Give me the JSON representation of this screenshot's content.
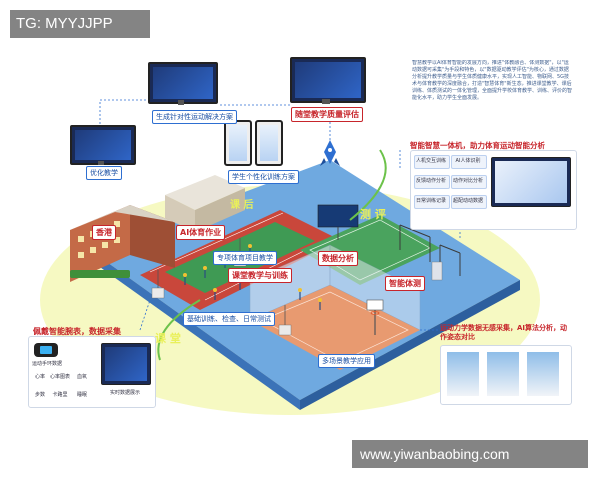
{
  "watermarks": {
    "top": "TG: MYYJJPP",
    "bottom": "www.yiwanbaobing.com"
  },
  "labels": {
    "solution": "生成针对性运动解决方案",
    "classroom_eval": "随堂教学质量评估",
    "optimize_teaching": "优化教学",
    "personal_training": "学生个性化训练方案",
    "ai_homework": "AI体育作业",
    "dedicated_teaching": "专项体育项目教学",
    "classroom_training": "课堂教学与训练",
    "data_analysis": "数据分析",
    "assessment": "测 评",
    "classroom_side": "课 堂",
    "smart_exam": "智能体测",
    "basic_practice": "基础训练、检查、日常测试",
    "multi_scene": "多场景教学应用",
    "school": "香港",
    "after_class": "课 后"
  },
  "right_panel": {
    "description": "智慧教学以AI体育智能的发展方向，推进\"体教融合、体测数据\"，以\"运动数据可采集\"为手段和特色，以\"数据驱动教学评估\"为核心，通过数据分析提升教学质量与学生体质健康水平，实现人工智能、物联网、5G技术与体育教学的深度融合，打造\"智慧体育\"新生态，推进课堂教学、课后训练、体质测试的一体化管理，全面提升学校体育教学、训练、评价的智能化水平，助力学生全面发展。",
    "title": "智能智慧一体机，助力体育运动智能分析",
    "features": [
      "人机交互训练",
      "AI人体识别",
      "反馈动作分析",
      "动作对比分析",
      "日常训练记录",
      "超配动动数据"
    ]
  },
  "left_panel": {
    "title": "佩戴智能腕表，数据采集",
    "metrics": [
      "心率",
      "心率图表",
      "血氧",
      "步数",
      "卡路里",
      "睡眠"
    ],
    "wristband_label": "运动手环数据",
    "tablet_label": "实时数据展示"
  },
  "bottom_right_panel": {
    "title": "运动力学数据无感采集，AI算法分析，动作姿态对比"
  },
  "colors": {
    "accent_blue": "#2e6fd1",
    "accent_red": "#c7252b",
    "track_red": "#c9473b",
    "field_green": "#3f9a54",
    "platform_blue": "#6fa9e0",
    "platform_glow": "#f2f7a8"
  },
  "icons": [
    "rocket-icon",
    "watch-icon",
    "monitor-icon",
    "tablet-icon",
    "phone-icon"
  ]
}
